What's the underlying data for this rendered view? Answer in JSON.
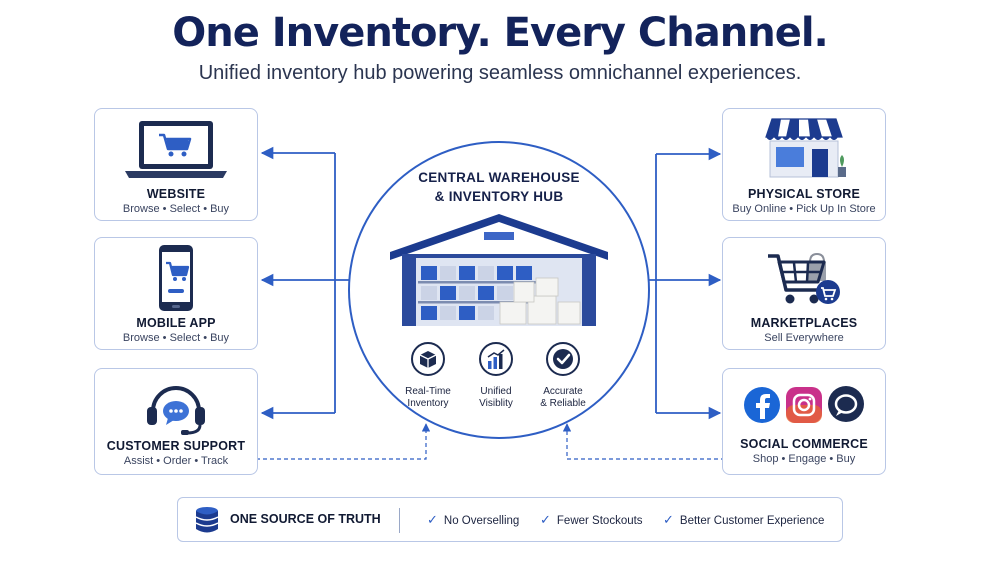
{
  "header": {
    "title": "One Inventory. Every Channel.",
    "subtitle": "Unified inventory hub powering seamless omnichannel experiences."
  },
  "channels": {
    "left": [
      {
        "title": "WEBSITE",
        "subtitle": "Browse • Select • Buy",
        "icon": "laptop-cart-icon"
      },
      {
        "title": "MOBILE APP",
        "subtitle": "Browse • Select • Buy",
        "icon": "phone-cart-icon"
      },
      {
        "title": "CUSTOMER SUPPORT",
        "subtitle": "Assist • Order • Track",
        "icon": "headset-icon"
      }
    ],
    "right": [
      {
        "title": "PHYSICAL STORE",
        "subtitle": "Buy Online • Pick Up In Store",
        "icon": "storefront-icon"
      },
      {
        "title": "MARKETPLACES",
        "subtitle": "Sell Everywhere",
        "icon": "shopping-cart-icon"
      },
      {
        "title": "SOCIAL COMMERCE",
        "subtitle": "Shop • Engage • Buy",
        "icon": "social-icons"
      }
    ]
  },
  "hub": {
    "title_line1": "CENTRAL WAREHOUSE",
    "title_line2": "& INVENTORY HUB",
    "features": [
      {
        "line1": "Real-Time",
        "line2": "Inventory",
        "icon": "box-icon"
      },
      {
        "line1": "Unified",
        "line2": "Visiblity",
        "icon": "bar-chart-icon"
      },
      {
        "line1": "Accurate",
        "line2": "& Reliable",
        "icon": "check-badge-icon"
      }
    ]
  },
  "footer": {
    "label": "ONE SOURCE OF TRUTH",
    "icon": "database-icon",
    "checks": [
      "No Overselling",
      "Fewer Stockouts",
      "Better Customer Experience"
    ]
  },
  "colors": {
    "navy": "#13235b",
    "accent": "#2e5ec4",
    "border": "#b9c7e6"
  }
}
